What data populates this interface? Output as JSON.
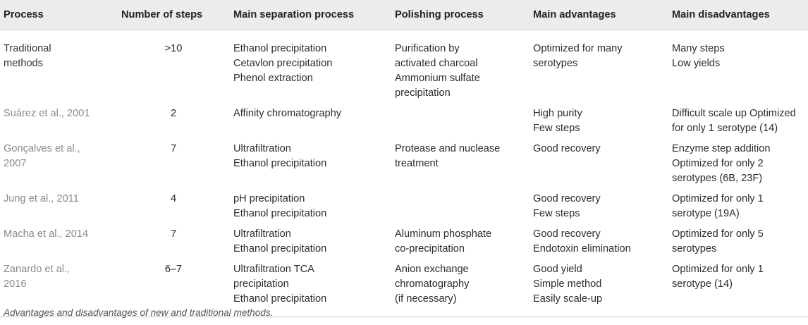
{
  "table": {
    "headers": [
      "Process",
      "Number of steps",
      "Main separation process",
      "Polishing process",
      "Main advantages",
      "Main disadvantages"
    ],
    "rows": [
      {
        "process": [
          "Traditional",
          "methods"
        ],
        "steps": ">10",
        "separation": [
          "Ethanol precipitation",
          "Cetavlon precipitation",
          "Phenol extraction"
        ],
        "polishing": [
          "Purification by",
          "activated charcoal",
          "Ammonium sulfate",
          "precipitation"
        ],
        "advantages": [
          "Optimized for many",
          "serotypes"
        ],
        "disadvantages": [
          "Many steps",
          "Low yields"
        ]
      },
      {
        "process": [
          "Suárez et al., 2001"
        ],
        "steps": "2",
        "separation": [
          "Affinity chromatography"
        ],
        "polishing": [],
        "advantages": [
          "High purity",
          "Few steps"
        ],
        "disadvantages": [
          "Difficult scale up Optimized",
          "for only 1 serotype (14)"
        ]
      },
      {
        "process": [
          "Gonçalves et al.,",
          "2007"
        ],
        "steps": "7",
        "separation": [
          "Ultrafiltration",
          "Ethanol precipitation"
        ],
        "polishing": [
          "Protease and nuclease",
          "treatment"
        ],
        "advantages": [
          "Good recovery"
        ],
        "disadvantages": [
          "Enzyme step addition",
          "Optimized for only 2",
          "serotypes (6B, 23F)"
        ]
      },
      {
        "process": [
          "Jung et al., 2011"
        ],
        "steps": "4",
        "separation": [
          "pH precipitation",
          "Ethanol precipitation"
        ],
        "polishing": [],
        "advantages": [
          "Good recovery",
          "Few steps"
        ],
        "disadvantages": [
          "Optimized for only 1",
          "serotype (19A)"
        ]
      },
      {
        "process": [
          "Macha et al., 2014"
        ],
        "steps": "7",
        "separation": [
          "Ultrafiltration",
          "Ethanol precipitation"
        ],
        "polishing": [
          "Aluminum phosphate",
          "co-precipitation"
        ],
        "advantages": [
          "Good recovery",
          "Endotoxin elimination"
        ],
        "disadvantages": [
          "Optimized for only 5",
          "serotypes"
        ]
      },
      {
        "process": [
          "Zanardo et al.,",
          "2016"
        ],
        "steps": "6–7",
        "separation": [
          "Ultrafiltration TCA",
          "precipitation",
          "Ethanol precipitation"
        ],
        "polishing": [
          "Anion exchange",
          "chromatography",
          "(if necessary)"
        ],
        "advantages": [
          "Good yield",
          "Simple method",
          "Easily scale-up"
        ],
        "disadvantages": [
          "Optimized for only 1",
          "serotype (14)"
        ]
      }
    ]
  },
  "caption": "Advantages and disadvantages of new and traditional methods.",
  "colors": {
    "header_bg": "#ececec",
    "reference_text": "#8a8a8a",
    "body_text": "#2b2b2b"
  }
}
